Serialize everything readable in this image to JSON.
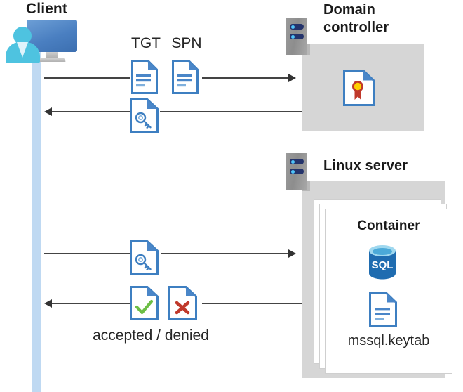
{
  "diagram": {
    "title_client": "Client",
    "title_domain_controller_line1": "Domain",
    "title_domain_controller_line2": "controller",
    "title_linux_server": "Linux server",
    "title_container": "Container",
    "label_tgt": "TGT",
    "label_spn": "SPN",
    "label_keytab_file": "mssql.keytab",
    "label_accepted_denied": "accepted / denied",
    "label_sql": "SQL"
  },
  "icons": {
    "client_workstation": "client-computer-user-icon",
    "server_rack_dc": "server-rack-icon",
    "server_rack_linux": "server-rack-icon",
    "tgt_document": "document-lines-icon",
    "spn_document": "document-lines-icon",
    "ticket_key_document": "document-key-icon",
    "request_key_document": "document-key-icon",
    "accepted_document": "document-checkmark-icon",
    "denied_document": "document-cross-icon",
    "certificate_document": "document-certificate-icon",
    "sql_database": "sql-database-icon",
    "keytab_document": "document-lines-icon"
  },
  "flows": [
    {
      "name": "client-to-dc-request",
      "direction": "right"
    },
    {
      "name": "dc-to-client-ticket",
      "direction": "left"
    },
    {
      "name": "client-to-linux-request",
      "direction": "right"
    },
    {
      "name": "linux-to-client-response",
      "direction": "left"
    }
  ],
  "colors": {
    "accent_blue": "#3e7fc1",
    "doc_fold_blue": "#4a86c8",
    "lifeline_blue": "#bfd9f2",
    "panel_gray": "#d6d6d6",
    "rack_navy": "#24336b",
    "rack_dot": "#4fc3f7",
    "accepted_green": "#6cbe45",
    "denied_red": "#c0392b",
    "cert_red": "#c0392b",
    "cert_gold": "#ffd100",
    "sql_blue": "#1f6cb0",
    "arrow_gray": "#444444"
  }
}
